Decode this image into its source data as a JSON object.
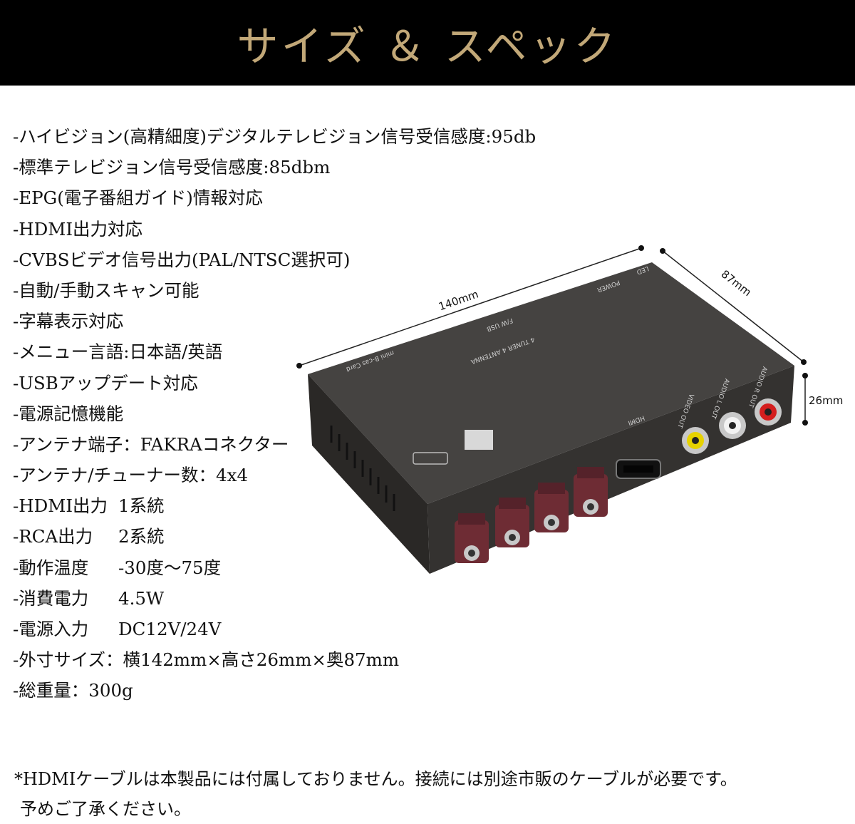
{
  "header": {
    "title": "サイズ ＆ スペック"
  },
  "specs": [
    "-ハイビジョン(高精細度)デジタルテレビジョン信号受信感度:95db",
    "-標準テレビジョン信号受信感度:85dbm",
    "-EPG(電子番組ガイド)情報対応",
    "-HDMI出力対応",
    "-CVBSビデオ信号出力(PAL/NTSC選択可)",
    "-自動/手動スキャン可能",
    "-字幕表示対応",
    "-メニュー言語:日本語/英語",
    "-USBアップデート対応",
    "-電源記憶機能",
    "-アンテナ端子：FAKRAコネクター",
    "-アンテナ/チューナー数：4x4"
  ],
  "specs_kv": [
    {
      "key": "-HDMI出力",
      "value": "1系統"
    },
    {
      "key": "-RCA出力",
      "value": "2系統"
    },
    {
      "key": "-動作温度",
      "value": "-30度〜75度"
    },
    {
      "key": "-消費電力",
      "value": "4.5W"
    },
    {
      "key": "-電源入力",
      "value": "DC12V/24V"
    }
  ],
  "specs_tail": [
    "-外寸サイズ：横142mm×高さ26mm×奥87mm",
    "-総重量：300g"
  ],
  "dimensions": {
    "width": "140mm",
    "depth": "87mm",
    "height": "26mm"
  },
  "device_labels": {
    "hdmi": "HDMI",
    "video_out": "VIDEO OUT",
    "audio_l_out": "AUDIO L OUT",
    "audio_r_out": "AUDIO R OUT",
    "tuner": "4 TUNER 4 ANTENNA",
    "fw_usb": "F/W USB",
    "power": "POWER",
    "led": "LED",
    "card": "mini B-cas Card"
  },
  "footnote": {
    "line1": "*HDMIケーブルは本製品には付属しておりません。接続には別途市販のケーブルが必要です。",
    "line2": "予めご了承ください。"
  },
  "colors": {
    "header_bg": "#000000",
    "header_text": "#c2a878",
    "device_body": "#3a3836",
    "fakra": "#6e2c34"
  }
}
